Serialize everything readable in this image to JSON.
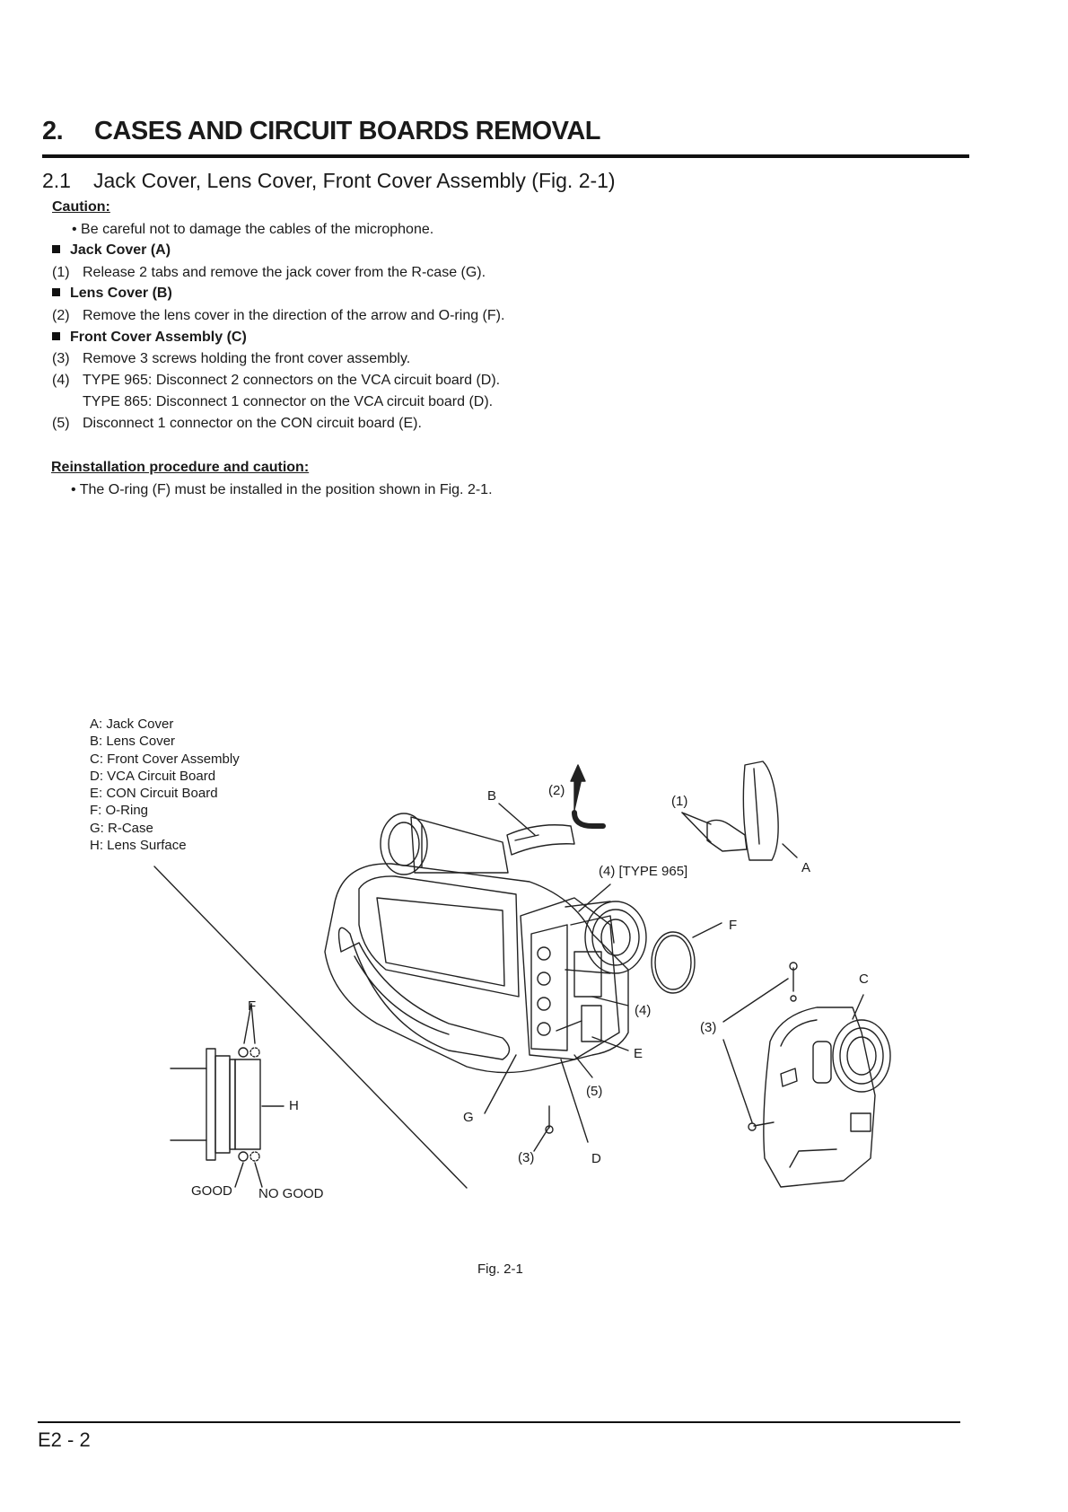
{
  "section": {
    "number": "2.",
    "title": "CASES AND CIRCUIT BOARDS REMOVAL"
  },
  "subsection": {
    "number": "2.1",
    "title": "Jack Cover, Lens Cover, Front Cover Assembly (Fig. 2-1)"
  },
  "caution": {
    "heading": "Caution:",
    "text": "• Be careful not to damage the cables of the microphone."
  },
  "groups": {
    "jack_cover": "Jack Cover (A)",
    "lens_cover": "Lens Cover (B)",
    "front_cover": "Front Cover Assembly (C)"
  },
  "steps": [
    {
      "n": "(1)",
      "text": "Release 2 tabs and remove the jack cover from the R-case (G)."
    },
    {
      "n": "(2)",
      "text": "Remove the lens cover in the direction of the arrow and O-ring (F)."
    },
    {
      "n": "(3)",
      "text": "Remove 3 screws holding the front cover assembly."
    },
    {
      "n": "(4)",
      "text": "TYPE 965: Disconnect 2 connectors on the VCA circuit board (D)."
    },
    {
      "n": "",
      "text": "TYPE 865: Disconnect 1 connector on the VCA circuit board (D)."
    },
    {
      "n": "(5)",
      "text": "Disconnect  1 connector on the CON circuit board (E)."
    }
  ],
  "reinstallation": {
    "heading": "Reinstallation procedure and caution:",
    "text": "• The O-ring (F) must be installed in the position shown in Fig. 2-1."
  },
  "legend": [
    "A: Jack Cover",
    "B: Lens Cover",
    "C: Front Cover Assembly",
    "D: VCA Circuit Board",
    "E: CON Circuit Board",
    "F: O-Ring",
    "G: R-Case",
    "H: Lens Surface"
  ],
  "figure_labels": {
    "B": "B",
    "step2": "(2)",
    "step1": "(1)",
    "A": "A",
    "type965": "(4) [TYPE 965]",
    "F_main": "F",
    "C": "C",
    "step3_right": "(3)",
    "step4": "(4)",
    "E": "E",
    "step5": "(5)",
    "G": "G",
    "step3_bottom": "(3)",
    "D": "D",
    "F_inset": "F",
    "H": "H",
    "good": "GOOD",
    "no_good": "NO GOOD"
  },
  "caption": "Fig. 2-1",
  "page_number": "E2 - 2"
}
